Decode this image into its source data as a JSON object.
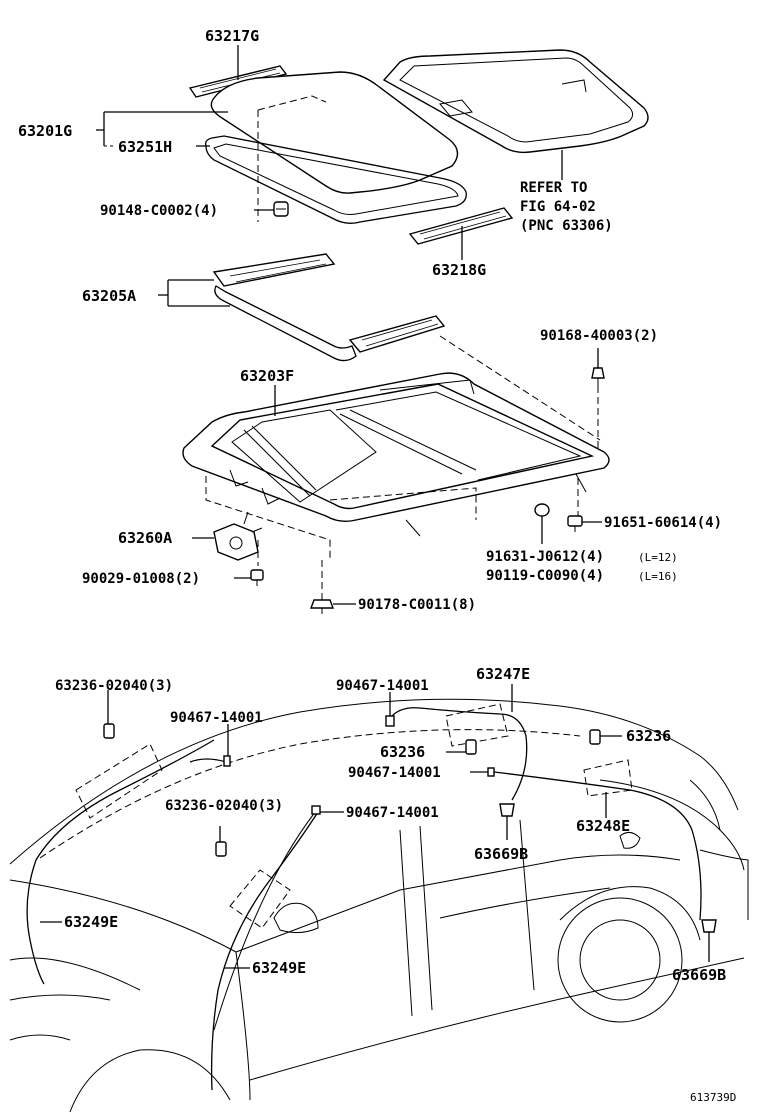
{
  "labels": {
    "p63217G": "63217G",
    "p63201G": "63201G",
    "p63251H": "63251H",
    "p90148": "90148-C0002(4)",
    "refer1": "REFER TO",
    "refer2": "FIG 64-02",
    "refer3": "(PNC 63306)",
    "p63218G": "63218G",
    "p63205A": "63205A",
    "p90168": "90168-40003(2)",
    "p63203F": "63203F",
    "p91651": "91651-60614(4)",
    "p63260A": "63260A",
    "p91631": "91631-J0612(4)",
    "n91631": "(L=12)",
    "p90119": "90119-C0090(4)",
    "n90119": "(L=16)",
    "p90029": "90029-01008(2)",
    "p90178": "90178-C0011(8)",
    "p63236a": "63236-02040(3)",
    "p90467a": "90467-14001",
    "p90467b": "90467-14001",
    "p63247E": "63247E",
    "p63236b": "63236",
    "p63236c": "63236",
    "p90467c": "90467-14001",
    "p63236d": "63236-02040(3)",
    "p90467d": "90467-14001",
    "p63248E": "63248E",
    "p63669Ba": "63669B",
    "p63249Ea": "63249E",
    "p63249Eb": "63249E",
    "p63669Bb": "63669B",
    "figure_id": "613739D"
  }
}
